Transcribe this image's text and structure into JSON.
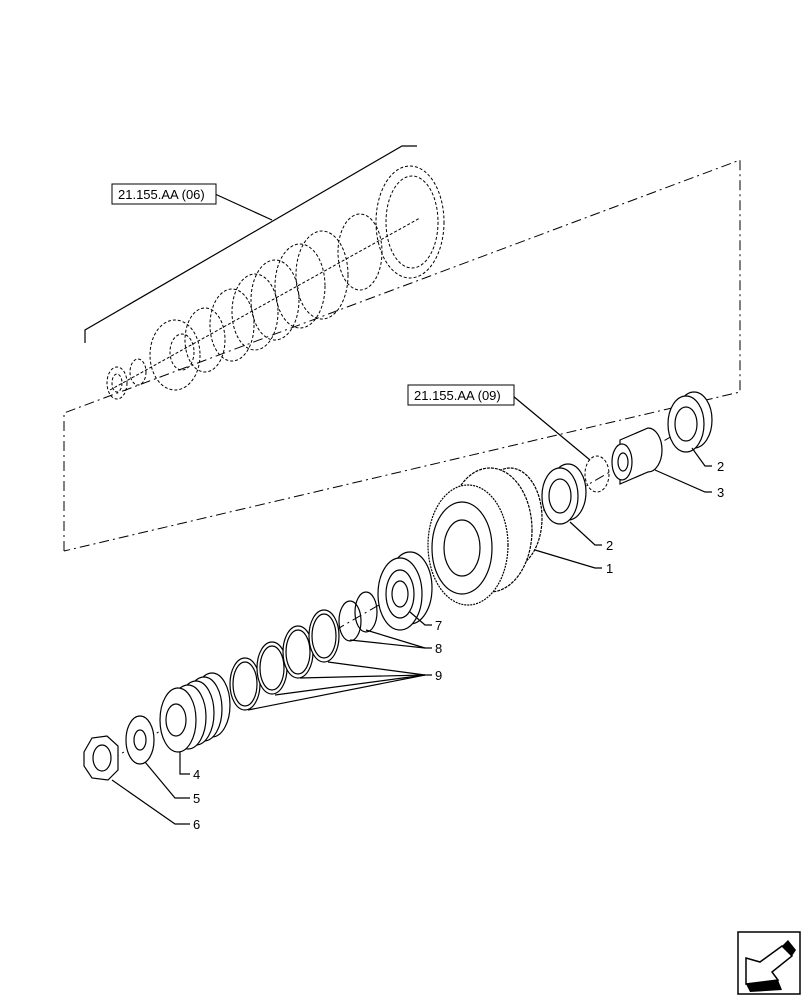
{
  "references": [
    {
      "id": "ref-06",
      "text": "21.155.AA (06)"
    },
    {
      "id": "ref-09",
      "text": "21.155.AA (09)"
    }
  ],
  "callouts": [
    "2",
    "3",
    "2",
    "1",
    "7",
    "8",
    "9",
    "4",
    "5",
    "6"
  ],
  "nav_icon": "arrow-next-icon"
}
